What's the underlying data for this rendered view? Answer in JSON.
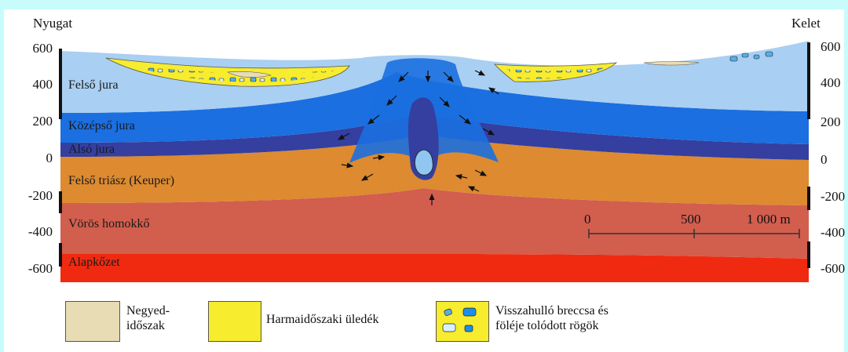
{
  "directions": {
    "west": "Nyugat",
    "east": "Kelet"
  },
  "axis": {
    "ticks": [
      "600",
      "400",
      "200",
      "0",
      "-200",
      "-400",
      "-600"
    ]
  },
  "layers": [
    {
      "name": "Felső jura",
      "color": "#a9cff2"
    },
    {
      "name": "Középső jura",
      "color": "#1b6fe0"
    },
    {
      "name": "Alsó jura",
      "color": "#343fa0"
    },
    {
      "name": "Felső triász (Keuper)",
      "color": "#dd8a30"
    },
    {
      "name": "Vörös homokkő",
      "color": "#d25e4e"
    },
    {
      "name": "Alapkőzet",
      "color": "#f02a10"
    }
  ],
  "scale": {
    "labels": [
      "0",
      "500",
      "1 000 m"
    ]
  },
  "legend": {
    "quaternary": {
      "line1": "Negyed-",
      "line2": "időszak",
      "color": "#e8dcb4"
    },
    "tertiary": {
      "label": "Harmaidőszaki üledék",
      "color": "#f7ec2e"
    },
    "breccia": {
      "line1": "Visszahulló breccsa és",
      "line2": "föléje tolódott rögök"
    }
  }
}
